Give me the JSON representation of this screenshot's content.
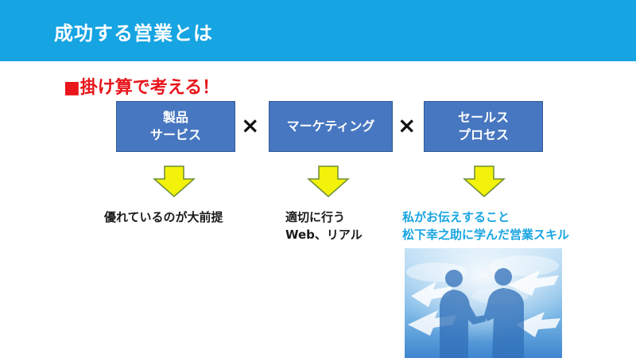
{
  "slide": {
    "title": "成功する営業とは",
    "subtitle": "■掛け算で考える！"
  },
  "boxes": [
    {
      "line1": "製品",
      "line2": "サービス"
    },
    {
      "line1": "マーケティング",
      "line2": ""
    },
    {
      "line1": "セールス",
      "line2": "プロセス"
    }
  ],
  "operator": "×",
  "captions": [
    {
      "line1": "優れているのが大前提",
      "line2": ""
    },
    {
      "line1": "適切に行う",
      "line2": "Web、リアル"
    },
    {
      "line1": "私がお伝えすること",
      "line2": "松下幸之助に学んだ営業スキル"
    }
  ],
  "icons": {
    "arrow": "down-arrow-icon"
  },
  "colors": {
    "header": "#16a4e2",
    "subtitle": "#e8151b",
    "box": "#4777c0",
    "arrow_fill": "#f2f20a",
    "arrow_stroke": "#6e8e36",
    "highlight_text": "#16a4e2"
  }
}
